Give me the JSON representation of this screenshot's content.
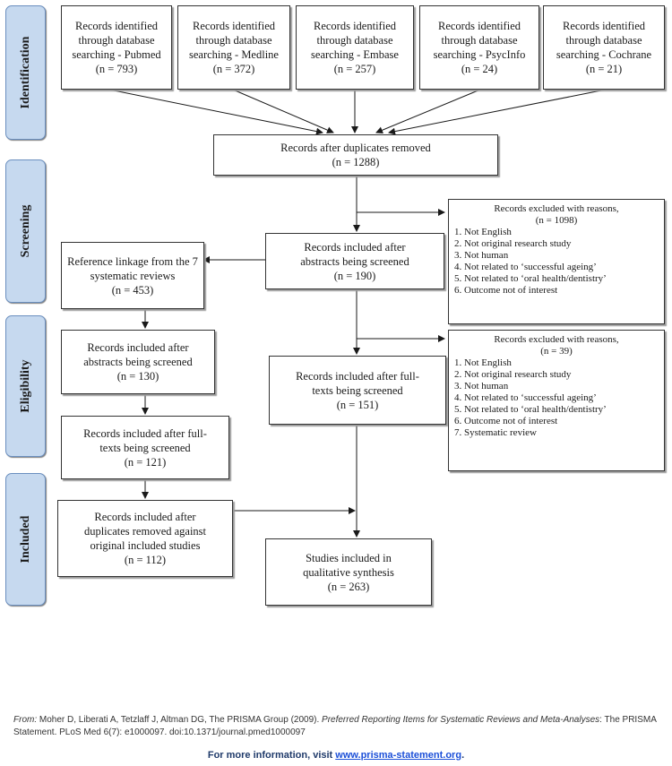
{
  "stages": {
    "identification": "Identification",
    "screening": "Screening",
    "eligibility": "Eligibility",
    "included": "Included"
  },
  "identification": {
    "pubmed": {
      "l1": "Records identified",
      "l2": "through database",
      "l3": "searching - Pubmed",
      "n": "(n = 793)"
    },
    "medline": {
      "l1": "Records identified",
      "l2": "through database",
      "l3": "searching - Medline",
      "n": "(n = 372)"
    },
    "embase": {
      "l1": "Records identified",
      "l2": "through database",
      "l3": "searching - Embase",
      "n": "(n = 257)"
    },
    "psycinfo": {
      "l1": "Records identified",
      "l2": "through database",
      "l3": "searching - PsycInfo",
      "n": "(n = 24)"
    },
    "cochrane": {
      "l1": "Records identified",
      "l2": "through database",
      "l3": "searching - Cochrane",
      "n": "(n = 21)"
    }
  },
  "duplicates_removed": {
    "l1": "Records after duplicates removed",
    "n": "(n =   1288)"
  },
  "abstracts_screened": {
    "l1": "Records included after",
    "l2": "abstracts being screened",
    "n": "(n = 190)"
  },
  "excluded_1": {
    "title": "Records excluded with reasons,",
    "n": "(n = 1098)",
    "reasons": [
      "1. Not English",
      "2. Not original research study",
      "3. Not human",
      "4. Not related to ‘successful ageing’",
      "5. Not related to ‘oral health/dentistry’",
      "6. Outcome not of interest"
    ]
  },
  "fulltexts_screened": {
    "l1": "Records included after full-",
    "l2": "texts being screened",
    "n": "(n = 151)"
  },
  "excluded_2": {
    "title": "Records excluded with reasons,",
    "n": "(n = 39)",
    "reasons": [
      "1. Not English",
      "2. Not original research study",
      "3. Not human",
      "4. Not related to ‘successful ageing’",
      "5. Not related to ‘oral health/dentistry’",
      "6. Outcome not of interest",
      "7. Systematic review"
    ]
  },
  "reference_linkage": {
    "l1": "Reference linkage from the 7",
    "l2": "systematic reviews",
    "n": "(n = 453)"
  },
  "ref_abstracts": {
    "l1": "Records included after",
    "l2": "abstracts being screened",
    "n": "(n = 130)"
  },
  "ref_fulltexts": {
    "l1": "Records included after full-",
    "l2": "texts being screened",
    "n": "(n = 121)"
  },
  "ref_dedup": {
    "l1": "Records included after",
    "l2": "duplicates removed against",
    "l3": "original included studies",
    "n": "(n = 112)"
  },
  "synthesis": {
    "l1": "Studies included in",
    "l2": "qualitative synthesis",
    "n": "(n = 263)"
  },
  "footer": {
    "from_label": "From:",
    "citation_a": " Moher D, Liberati A, Tetzlaff J, Altman DG, The PRISMA Group (2009). ",
    "citation_title_a": "Preferred Reporting Items for Systematic Reviews and Meta-Analyses",
    "citation_b": ": The PRISMA Statement. PLoS Med 6(7): e1000097. doi:10.1371/journal.pmed1000097",
    "more_text": "For more information, visit ",
    "more_link": "www.prisma-statement.org",
    "more_end": "."
  }
}
